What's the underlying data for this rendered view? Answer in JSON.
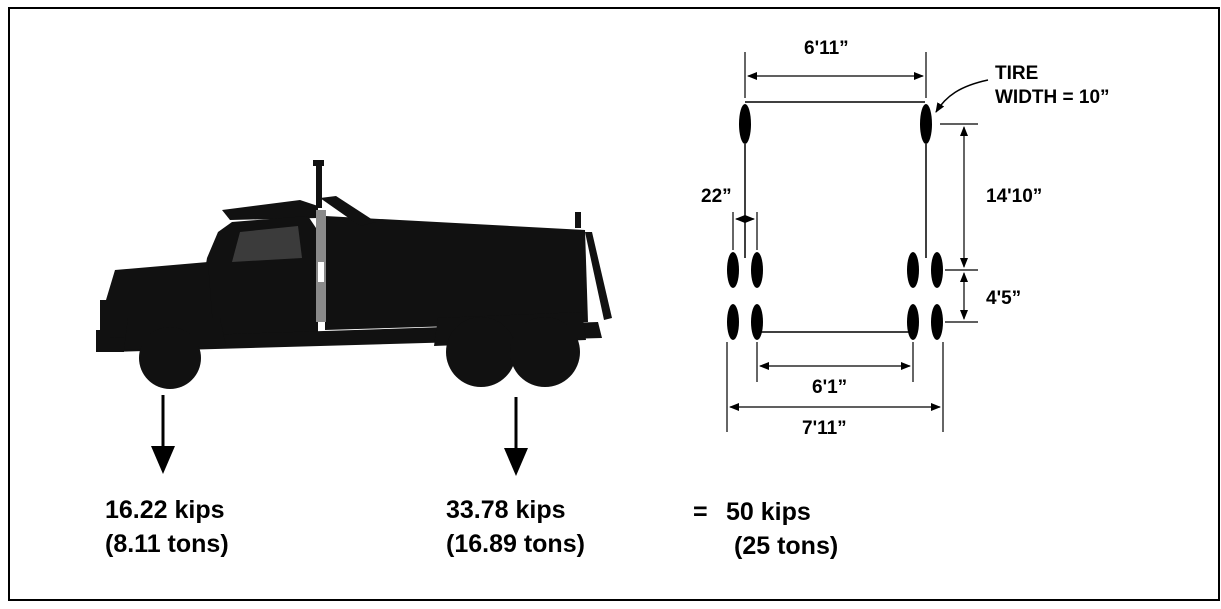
{
  "loads": {
    "front_axle": {
      "kips": "16.22 kips",
      "tons": "(8.11 tons)"
    },
    "rear_axles": {
      "kips": "33.78 kips",
      "tons": "(16.89 tons)"
    },
    "equals": "=",
    "total": {
      "kips": "50 kips",
      "tons": "(25 tons)"
    }
  },
  "dimensions": {
    "front_track": "6'11”",
    "tire_width_line1": "TIRE",
    "tire_width_line2": "WIDTH = 10”",
    "dual_spacing": "22”",
    "axle_spacing_front_to_rear": "14'10”",
    "tandem_spacing": "4'5”",
    "inner_track": "6'1”",
    "outer_track": "7'11”"
  },
  "colors": {
    "ink": "#000000",
    "background": "#ffffff",
    "truck_dark": "#111111"
  }
}
